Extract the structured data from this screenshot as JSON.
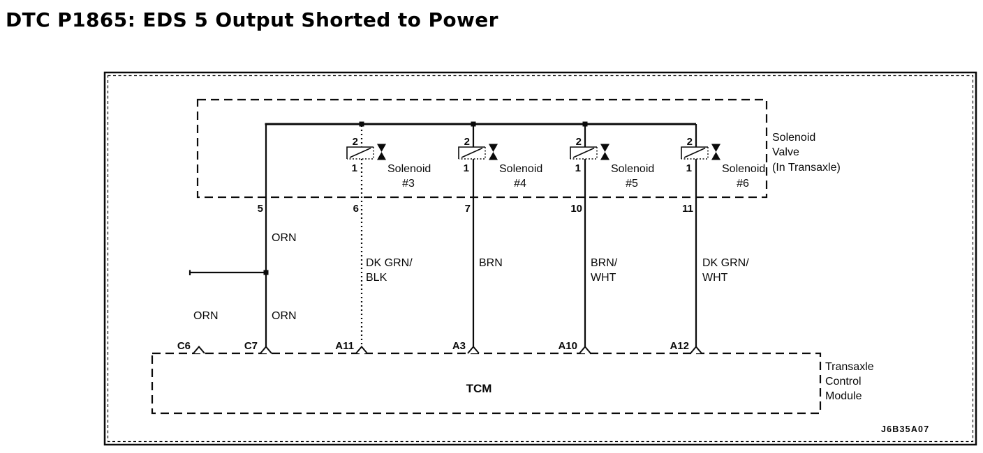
{
  "title": "DTC P1865: EDS 5 Output Shorted to Power",
  "diagram_id": "J6B35A07",
  "colors": {
    "ink": "#000000",
    "paper": "#ffffff"
  },
  "solenoid_valve_box": {
    "label_line1": "Solenoid",
    "label_line2": "Valve",
    "label_line3": "(In Transaxle)",
    "supply_pin": "5",
    "solenoids": [
      {
        "pin_top": "2",
        "pin_bottom": "1",
        "name_line1": "Solenoid",
        "name_line2": "#3",
        "case_pin": "6"
      },
      {
        "pin_top": "2",
        "pin_bottom": "1",
        "name_line1": "Solenoid",
        "name_line2": "#4",
        "case_pin": "7"
      },
      {
        "pin_top": "2",
        "pin_bottom": "1",
        "name_line1": "Solenoid",
        "name_line2": "#5",
        "case_pin": "10"
      },
      {
        "pin_top": "2",
        "pin_bottom": "1",
        "name_line1": "Solenoid",
        "name_line2": "#6",
        "case_pin": "11"
      }
    ]
  },
  "wire_labels": {
    "supply_upper": "ORN",
    "branch": "ORN",
    "supply_lower": "ORN",
    "sol3_line1": "DK GRN/",
    "sol3_line2": "BLK",
    "sol4_line1": "BRN",
    "sol5_line1": "BRN/",
    "sol5_line2": "WHT",
    "sol6_line1": "DK GRN/",
    "sol6_line2": "WHT"
  },
  "tcm": {
    "label": "TCM",
    "module_line1": "Transaxle",
    "module_line2": "Control",
    "module_line3": "Module",
    "connectors": [
      "C6",
      "C7",
      "A11",
      "A3",
      "A10",
      "A12"
    ]
  }
}
